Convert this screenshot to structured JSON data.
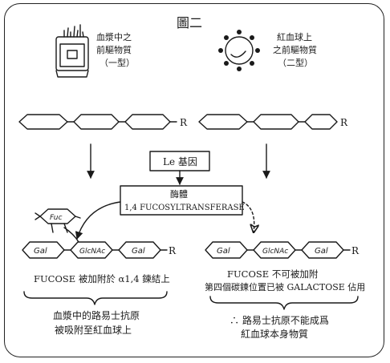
{
  "title": "圖二",
  "plasma_label": [
    "血漿中之",
    "前驅物質",
    "（一型）"
  ],
  "rbc_label": [
    "紅血球上",
    "之前驅物質",
    "（二型）"
  ],
  "chain_end": "R",
  "gene_label": "Le 基因",
  "enzyme_label": [
    "酶體",
    "1,4 FUCOSYLTRANSFERASE"
  ],
  "fucose_tag": "Fuc",
  "sugars_left": [
    "Gal",
    "GlcNAc",
    "Gal"
  ],
  "sugars_right": [
    "Gal",
    "GlcNAc",
    "Gal"
  ],
  "left_caption": "FUCOSE 被加附於 α1,4 鍊結上",
  "right_caption": [
    "FUCOSE 不可被加附",
    "第四個碳鍊位置已被 GALACTOSE 佔用"
  ],
  "left_result": [
    "血漿中的路易士抗原",
    "被吸附至紅血球上"
  ],
  "right_result": [
    "∴ 路易士抗原不能成爲",
    "紅血球本身物質"
  ]
}
